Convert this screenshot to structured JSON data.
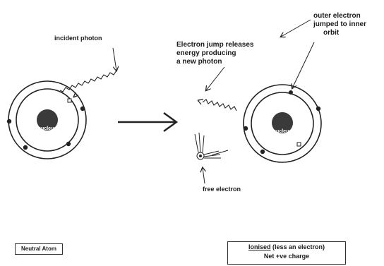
{
  "labels": {
    "incident_photon": "incident photon",
    "outer_electron_line1": "outer electron",
    "outer_electron_line2": "jumped to inner",
    "outer_electron_line3": "orbit",
    "release_line1": "Electron jump releases",
    "release_line2": "energy producing",
    "release_line3": "a new photon",
    "free_electron": "free electron",
    "nucleus_left": "nucleus",
    "nucleus_right": "nucleus"
  },
  "boxes": {
    "neutral": "Neutral Atom",
    "ionised_word": "Ionised",
    "ionised_rest": " (less an electron)",
    "net_charge": "Net +ve charge"
  },
  "colors": {
    "ink": "#1a1a1a",
    "nucleus": "#3a3a3a"
  }
}
